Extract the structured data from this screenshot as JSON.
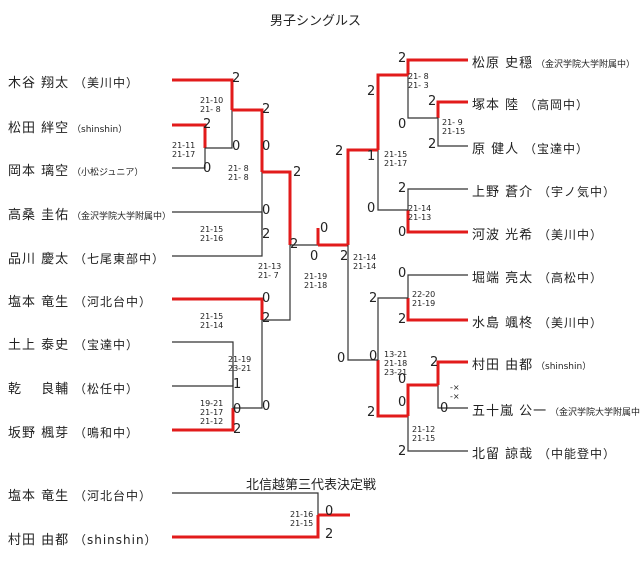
{
  "title": "男子シングルス",
  "subtitle": "北信越第三代表決定戦",
  "colors": {
    "win": "#e21b1b",
    "line": "#333333"
  },
  "left_players": [
    {
      "name": "木谷 翔太",
      "team": "（美川中）"
    },
    {
      "name": "松田 絆空",
      "team": "（shinshin）"
    },
    {
      "name": "岡本 璃空",
      "team": "（小松ジュニア）"
    },
    {
      "name": "高桑 圭佑",
      "team": "（金沢学院大学附属中）"
    },
    {
      "name": "品川 慶太",
      "team": "（七尾東部中）"
    },
    {
      "name": "塩本 竜生",
      "team": "（河北台中）"
    },
    {
      "name": "土上 泰史",
      "team": "（宝達中）"
    },
    {
      "name": "乾　 良輔",
      "team": "（松任中）"
    },
    {
      "name": "坂野 楓芽",
      "team": "（鳴和中）"
    }
  ],
  "right_players": [
    {
      "name": "松原 史穏",
      "team": "（金沢学院大学附属中）"
    },
    {
      "name": "塚本 陸",
      "team": "（高岡中）"
    },
    {
      "name": "原 健人",
      "team": "（宝達中）"
    },
    {
      "name": "上野 蒼介",
      "team": "（宇ノ気中）"
    },
    {
      "name": "河波 光希",
      "team": "（美川中）"
    },
    {
      "name": "堀端 亮太",
      "team": "（高松中）"
    },
    {
      "name": "水島 颯柊",
      "team": "（美川中）"
    },
    {
      "name": "村田 由都",
      "team": "（shinshin）"
    },
    {
      "name": "五十嵐 公一",
      "team": "（金沢学院大学附属中）"
    },
    {
      "name": "北留 諒哉",
      "team": "（中能登中）"
    }
  ],
  "playoff_players": [
    {
      "name": "塩本 竜生",
      "team": "（河北台中）"
    },
    {
      "name": "村田 由都",
      "team": "（shinshin）"
    }
  ],
  "scores": [
    "21-10\n21- 8",
    "21-11\n21-17",
    "21- 8\n21- 8",
    "21-15\n21-16",
    "21-13\n21- 7",
    "21-15\n21-14",
    "21-19\n23-21",
    "19-21\n21-17\n21-12",
    "21-19\n21-18",
    "21- 8\n21- 3",
    "21- 9\n21-15",
    "21-15\n21-17",
    "21-14\n21-13",
    "21-14\n21-14",
    "22-20\n21-19",
    "13-21\n21-18\n23-21",
    "-×\n-×",
    "21-12\n21-15",
    "21-16\n21-15"
  ],
  "wins": [
    "2",
    "0",
    "2",
    "0",
    "2",
    "0",
    "2",
    "0",
    "2",
    "2",
    "0",
    "2",
    "0",
    "1",
    "0",
    "2",
    "0",
    "0",
    "2",
    "2",
    "0",
    "2",
    "0",
    "2",
    "0",
    "2",
    "2",
    "1",
    "2",
    "0",
    "2",
    "0",
    "2",
    "0",
    "2",
    "0",
    "2",
    "0",
    "2",
    "0",
    "0",
    "2"
  ]
}
